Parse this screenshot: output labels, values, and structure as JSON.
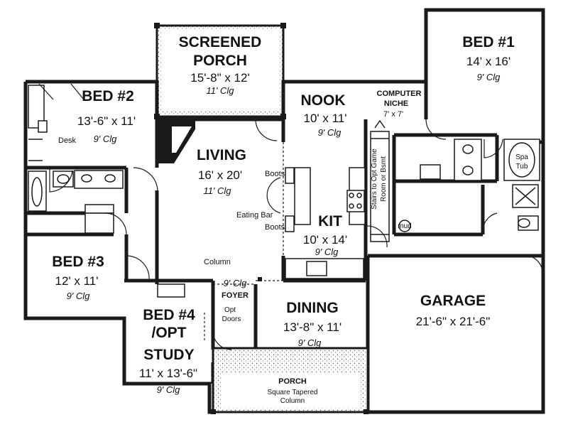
{
  "rooms": {
    "screened_porch": {
      "name_1": "SCREENED",
      "name_2": "PORCH",
      "dim": "15'-8\" x 12'",
      "clg": "11' Clg"
    },
    "bed1": {
      "name": "BED #1",
      "dim": "14' x 16'",
      "clg": "9' Clg"
    },
    "bed2": {
      "name": "BED #2",
      "dim": "13'-6\" x 11'",
      "clg": "9' Clg"
    },
    "nook": {
      "name": "NOOK",
      "dim": "10' x 11'",
      "clg": "9' Clg"
    },
    "computer_niche": {
      "name_1": "COMPUTER",
      "name_2": "NICHE",
      "dim": "7' x 7'"
    },
    "living": {
      "name": "LIVING",
      "dim": "16' x 20'",
      "clg": "11' Clg"
    },
    "kit": {
      "name": "KIT",
      "dim": "10' x 14'",
      "clg": "9' Clg"
    },
    "bed3": {
      "name": "BED #3",
      "dim": "12' x 11'",
      "clg": "9' Clg"
    },
    "garage": {
      "name": "GARAGE",
      "dim": "21'-6\" x 21'-6\""
    },
    "dining": {
      "name": "DINING",
      "dim": "13'-8\" x 11'",
      "clg": "9' Clg"
    },
    "bed4": {
      "name_1": "BED #4",
      "name_2": "/OPT",
      "name_3": "STUDY",
      "dim": "11' x 13'-6\"",
      "clg": "9' Clg"
    },
    "foyer": {
      "name": "FOYER",
      "clg": "9' Clg"
    },
    "porch": {
      "name": "PORCH"
    }
  },
  "notes": {
    "desk": "Desk",
    "boots_upper": "Boots",
    "boots_lower": "Boots",
    "eating_bar": "Eating Bar",
    "column": "Column",
    "opt_doors_1": "Opt",
    "opt_doors_2": "Doors",
    "square_tapered_1": "Square Tapered",
    "square_tapered_2": "Column",
    "stairs_1": "Stairs to Opt Game",
    "stairs_2": "Room or Bsmt",
    "spa_1": "Spa",
    "spa_2": "Tub",
    "mud": "mud"
  }
}
